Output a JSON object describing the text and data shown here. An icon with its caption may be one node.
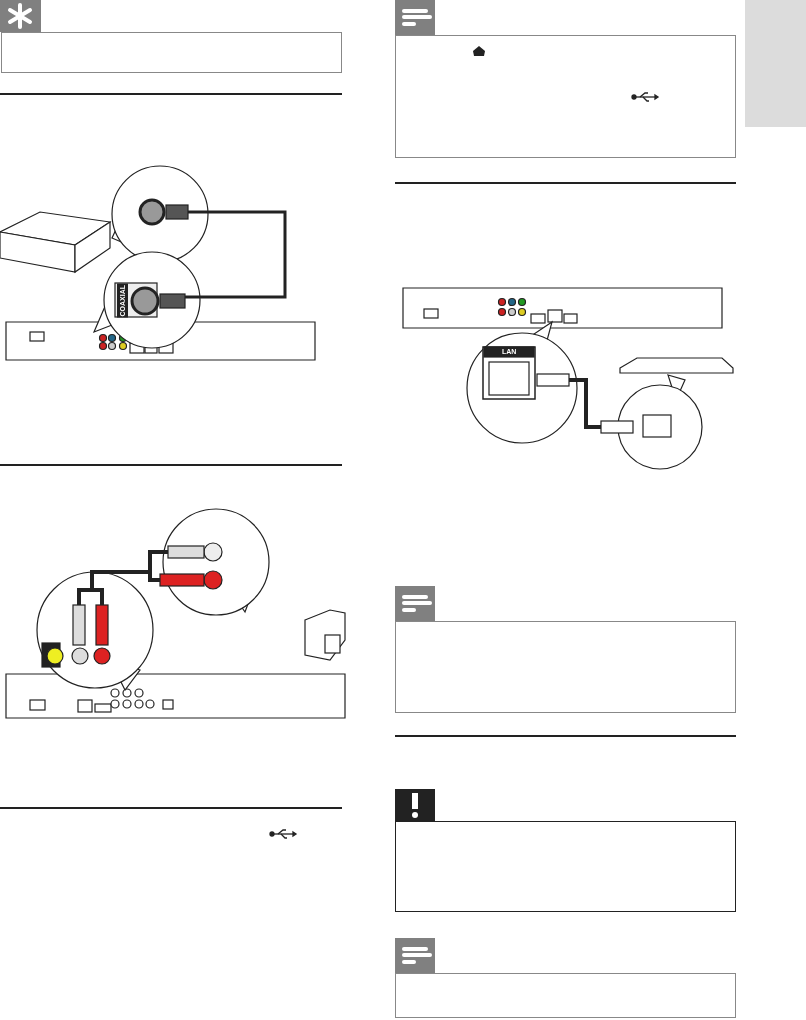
{
  "diagram": {
    "nodes": [
      {
        "text": [],
        "shape": "box"
      },
      {
        "text": [],
        "shape": "box"
      },
      {
        "text": [],
        "shape": "box"
      },
      {
        "text": [],
        "shape": "box"
      },
      {
        "text": [],
        "shape": "box"
      },
      {
        "text": [],
        "shape": "bar"
      }
    ],
    "labels": [
      "COAXIAL",
      "LAN"
    ]
  }
}
